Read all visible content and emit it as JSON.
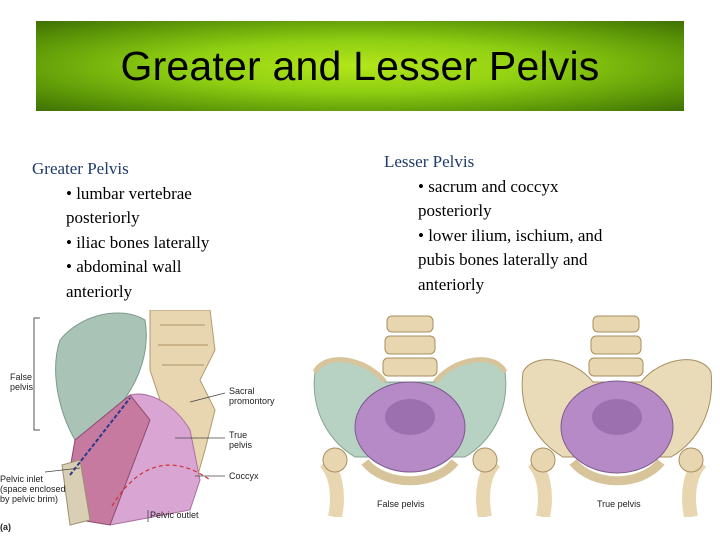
{
  "slide": {
    "title": "Greater and Lesser Pelvis",
    "accent_color": "#8fcf12"
  },
  "left_column": {
    "heading": "Greater Pelvis",
    "bullets": [
      {
        "line1": "• lumbar vertebrae",
        "line2": "posteriorly"
      },
      {
        "line1": "• iliac bones laterally",
        "line2": ""
      },
      {
        "line1": "• abdominal wall",
        "line2": "anteriorly"
      }
    ]
  },
  "right_column": {
    "heading": "Lesser Pelvis",
    "bullets": [
      {
        "line1": "• sacrum and coccyx",
        "line2": "posteriorly"
      },
      {
        "line1": "• lower ilium, ischium, and",
        "line2": "pubis bones laterally and",
        "line3": "anteriorly"
      }
    ]
  },
  "figure_a": {
    "labels": {
      "false_pelvis_1": "False",
      "false_pelvis_2": "pelvis",
      "sacral_1": "Sacral",
      "sacral_2": "promontory",
      "true_1": "True",
      "true_2": "pelvis",
      "coccyx": "Coccyx",
      "inlet_1": "Pelvic inlet",
      "inlet_2": "(space enclosed",
      "inlet_3": "by pelvic brim)",
      "outlet": "Pelvic outlet",
      "panel": "(a)"
    }
  },
  "figure_b": {
    "label": "False pelvis"
  },
  "figure_c": {
    "label": "True pelvis"
  }
}
